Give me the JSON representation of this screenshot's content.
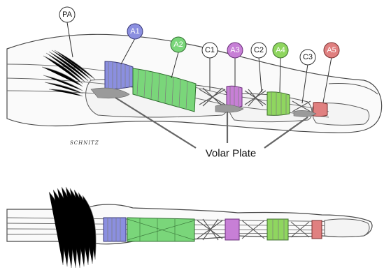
{
  "labels": {
    "pa": "PA",
    "a1": "A1",
    "a2": "A2",
    "c1": "C1",
    "a3": "A3",
    "c2": "C2",
    "a4": "A4",
    "c3": "C3",
    "a5": "A5"
  },
  "volar_plate_label": "Volar Plate",
  "signature": "SCHNITZ",
  "colors": {
    "a1": "#8b8fe0",
    "a2": "#7ad67a",
    "a3": "#c77fd6",
    "a4": "#8fd65f",
    "a5": "#e08080",
    "label_circle_white": "#ffffff",
    "volar_plate_gray": "#9a9a9a"
  }
}
